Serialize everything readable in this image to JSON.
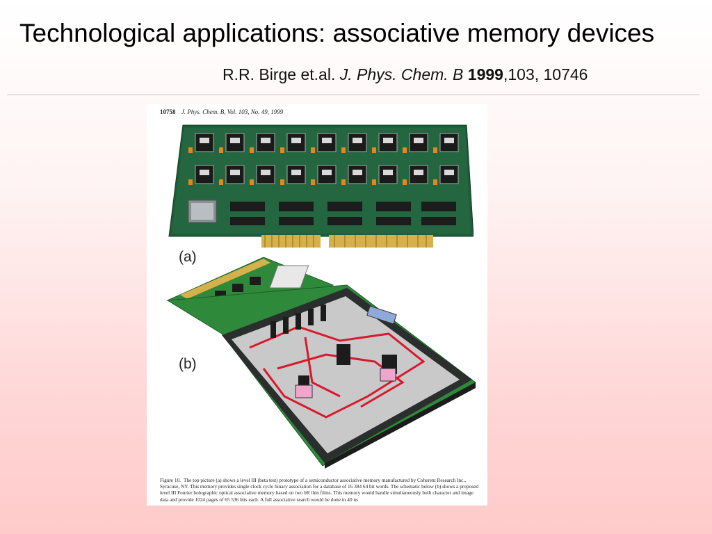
{
  "slide": {
    "title": "Technological applications: associative memory devices",
    "citation": {
      "authors": "R.R. Birge et.al.",
      "journal": "J. Phys. Chem. B",
      "year": "1999",
      "volume_pages": ",103, 10746"
    }
  },
  "figure": {
    "page_number": "10758",
    "journal_header": "J. Phys. Chem. B, Vol. 103, No. 49, 1999",
    "panel_a_label": "(a)",
    "panel_b_label": "(b)",
    "caption_label": "Figure 10.",
    "caption_text": "The top picture (a) shows a level III (beta test) prototype of a semiconductor associative memory manufactured by Coherent Research Inc., Syracuse, NY. This memory provides single clock cycle binary association for a database of 16 384 64 bit words. The schematic below (b) shows a proposed level III Fourier holographic optical associative memory based on two bR thin films. This memory would handle simultaneously both character and image data and provide 1024 pages of 65 536 bits each. A full associative search would be done in 40 ns"
  },
  "colors": {
    "pcb_green": "#1f5c38",
    "gold_contacts": "#d6b04a",
    "laser_red": "#d8182c",
    "housing_dark": "#2a2e2c"
  }
}
